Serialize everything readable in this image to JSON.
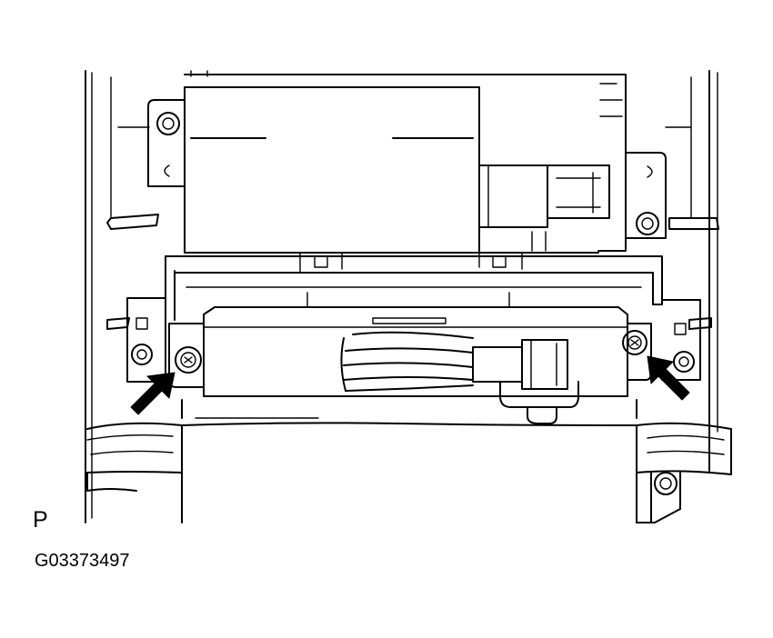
{
  "diagram": {
    "view_label": "P",
    "figure_code": "G03373497",
    "colors": {
      "line": "#000000",
      "background": "#ffffff"
    },
    "callouts": [
      {
        "icon": "arrow-icon",
        "points_to": "left-mounting-screw"
      },
      {
        "icon": "arrow-icon",
        "points_to": "right-mounting-screw"
      }
    ]
  }
}
